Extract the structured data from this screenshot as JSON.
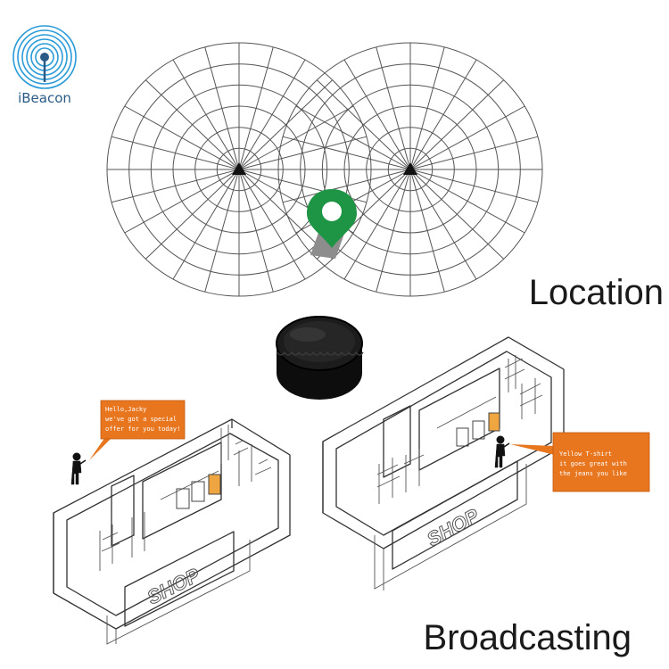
{
  "logo": {
    "label": "iBeacon",
    "icon": "wireless-signal-icon",
    "color": "#2a5a86"
  },
  "labels": {
    "location": "Location",
    "broadcasting": "Broadcasting"
  },
  "scenes": [
    {
      "sign": "SHOP",
      "bubble_lines": [
        "Hello,Jacky",
        "we've got a special",
        "offer for you today!"
      ]
    },
    {
      "sign": "SHOP",
      "bubble_lines": [
        "Yellow T-shirt",
        "it goes great with",
        "the jeans you like"
      ]
    }
  ],
  "colors": {
    "pin": "#1e9445",
    "bubble": "#e8761f",
    "beacon": "#111111"
  },
  "icons": {
    "beacon_marker": "triangle-beacon-icon",
    "map_pin": "map-pin-icon",
    "device": "beacon-device-icon",
    "person": "person-icon"
  }
}
